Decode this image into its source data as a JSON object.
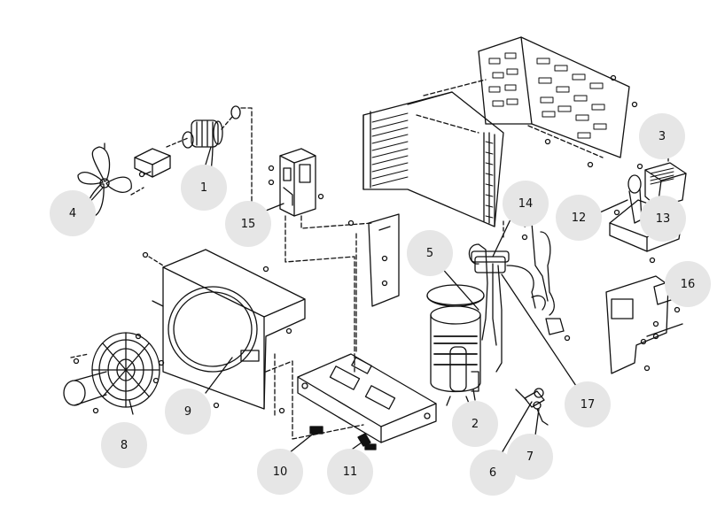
{
  "diagram": {
    "title": "",
    "style": {
      "line_color": "#111111",
      "callout_fill": "#e6e6e6",
      "background": "#ffffff"
    },
    "callouts": [
      "1",
      "2",
      "3",
      "4",
      "5",
      "6",
      "7",
      "8",
      "9",
      "10",
      "11",
      "12",
      "13",
      "14",
      "15",
      "16",
      "17"
    ]
  }
}
